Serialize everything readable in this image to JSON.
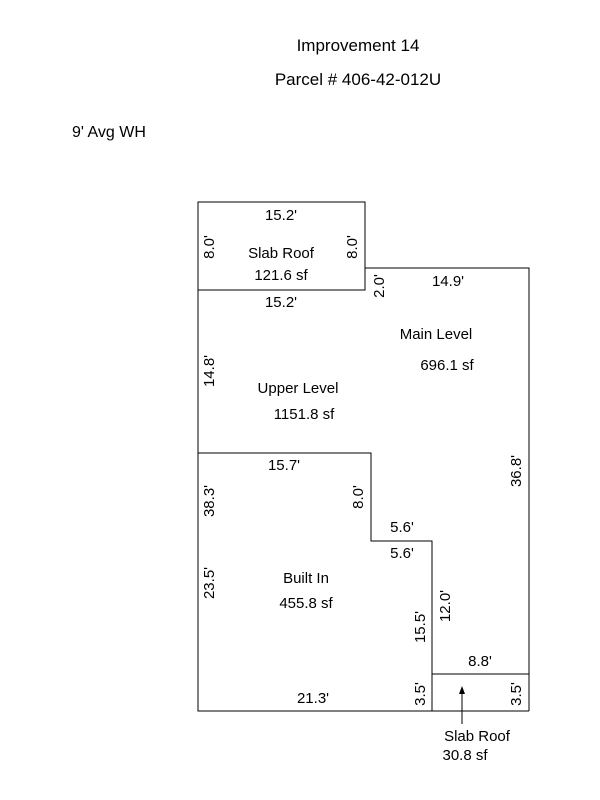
{
  "header": {
    "title": "Improvement 14",
    "parcel": "Parcel # 406-42-012U"
  },
  "note": "9' Avg WH",
  "areas": {
    "slab_roof_top": {
      "name": "Slab Roof",
      "area": "121.6 sf"
    },
    "main_level": {
      "name": "Main Level",
      "area": "696.1 sf"
    },
    "upper_level": {
      "name": "Upper Level",
      "area": "1151.8 sf"
    },
    "built_in": {
      "name": "Built In",
      "area": "455.8 sf"
    },
    "slab_roof_bottom": {
      "name": "Slab Roof",
      "area": "30.8 sf"
    }
  },
  "dimensions": {
    "slab_top": "15.2'",
    "slab_bottom": "15.2'",
    "slab_left": "8.0'",
    "slab_right": "8.0'",
    "step_right": "2.0'",
    "main_top": "14.9'",
    "upper_left": "14.8'",
    "main_right": "36.8'",
    "built_top": "15.7'",
    "built_left_upper": "38.3'",
    "built_left_lower": "23.5'",
    "step_a": "8.0'",
    "step_b_top": "5.6'",
    "step_b_bottom": "5.6'",
    "step_c_right": "12.0'",
    "step_c_left": "15.5'",
    "slab2_top": "8.8'",
    "slab2_left": "3.5'",
    "slab2_right": "3.5'",
    "bottom": "21.3'"
  }
}
